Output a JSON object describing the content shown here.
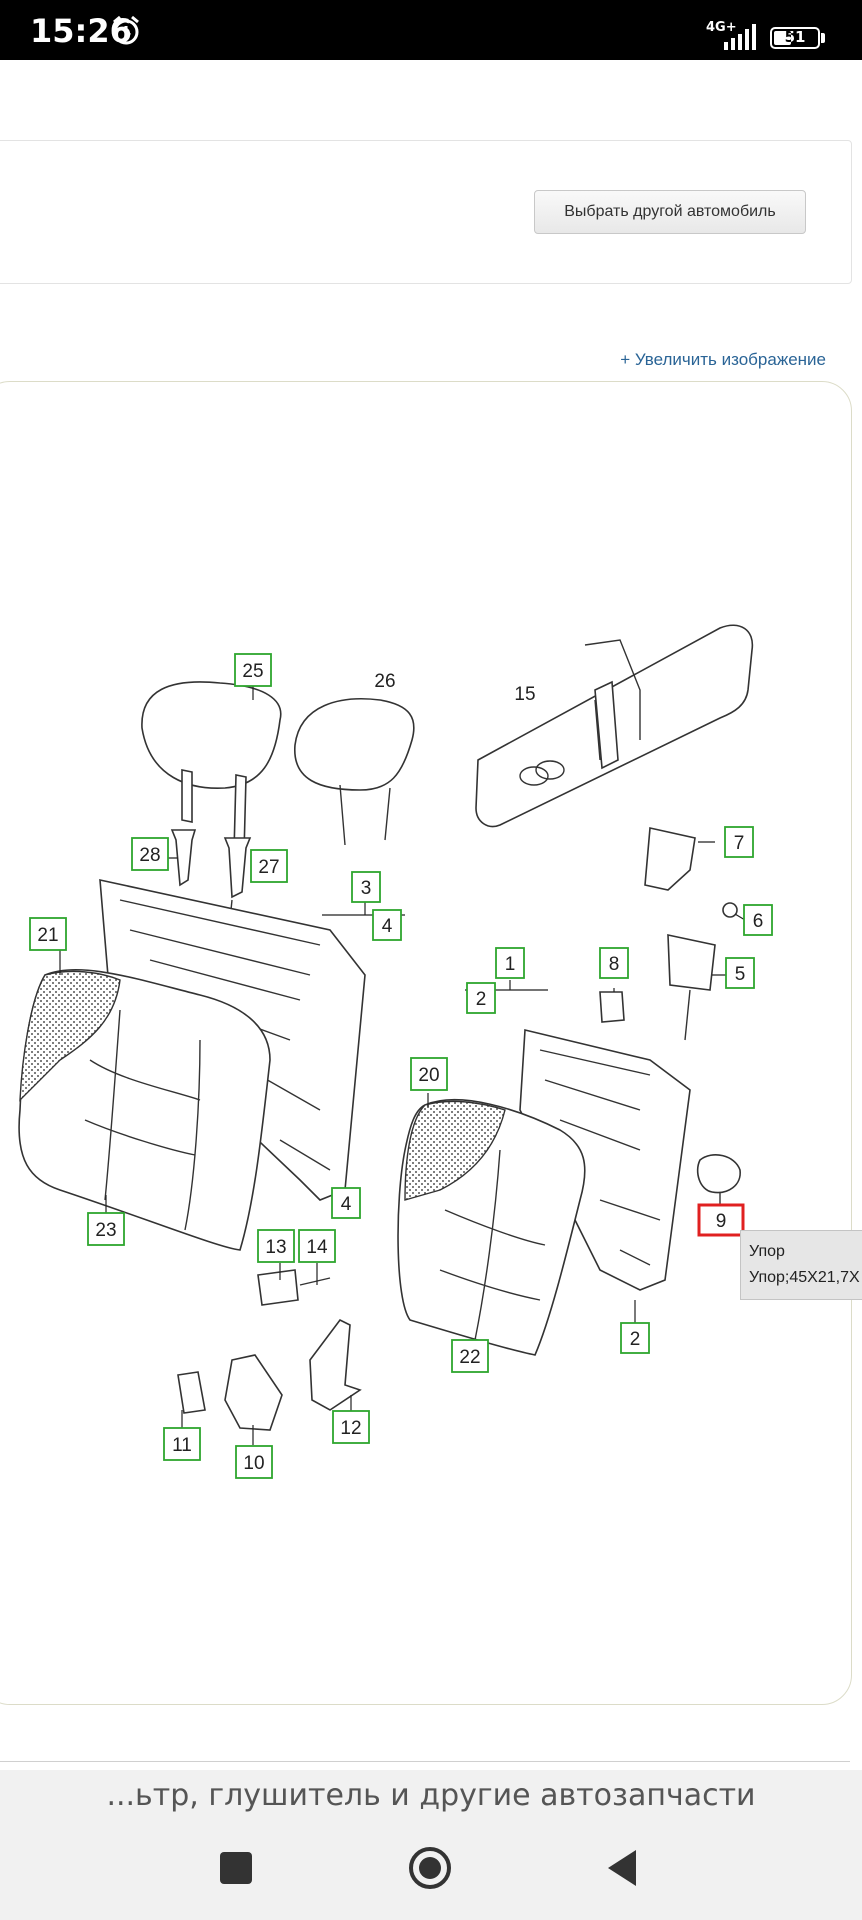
{
  "status_bar": {
    "time": "15:26",
    "network": "4G+",
    "battery": "51"
  },
  "car_panel": {
    "select_car_button": "Выбрать другой автомобиль"
  },
  "zoom_link": "+ Увеличить изображение",
  "diagram": {
    "callouts": [
      {
        "label": "25"
      },
      {
        "label": "28"
      },
      {
        "label": "27"
      },
      {
        "label": "21"
      },
      {
        "label": "3"
      },
      {
        "label": "4"
      },
      {
        "label": "23"
      },
      {
        "label": "4"
      },
      {
        "label": "13"
      },
      {
        "label": "14"
      },
      {
        "label": "11"
      },
      {
        "label": "10"
      },
      {
        "label": "12"
      },
      {
        "label": "7"
      },
      {
        "label": "6"
      },
      {
        "label": "1"
      },
      {
        "label": "2"
      },
      {
        "label": "8"
      },
      {
        "label": "5"
      },
      {
        "label": "20"
      },
      {
        "label": "9"
      },
      {
        "label": "22"
      },
      {
        "label": "2"
      }
    ],
    "plain_labels": [
      {
        "label": "26"
      },
      {
        "label": "15"
      }
    ]
  },
  "tooltip": {
    "line1": "Упор",
    "line2": "Упор;45X21,7X"
  },
  "bottom_text": "...ьтр, глушитель и другие автозапчасти"
}
